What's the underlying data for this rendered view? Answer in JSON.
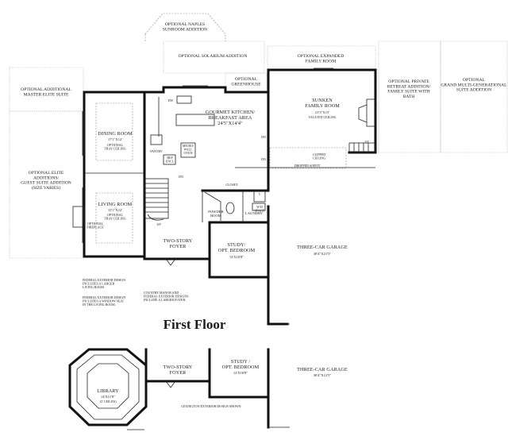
{
  "title": "First Floor",
  "rooms": {
    "naples": "OPTIONAL NAPLES SUNROOM ADDITION",
    "solarium": "OPTIONAL SOLARIUM ADDITION",
    "expanded_family": "OPTIONAL EXPANDED FAMILY ROOM",
    "greenhouse": "OPTIONAL GREENHOUSE",
    "retreat": "OPTIONAL PRIVATE RETREAT ADDITION/ FAMILY SUITE WITH BATH",
    "grand_multi": "OPTIONAL GRAND MULTI-GENERATIONAL SUITE ADDITION",
    "master_elite": "OPTIONAL ADDITIONAL MASTER ELITE SUITE",
    "guest_suite": "OPTIONAL ELITE ADDITIONS/ GUEST SUITE ADDITION (SIZE VARIES)",
    "kitchen": "GOURMET KITCHEN/ BREAKFAST AREA",
    "kitchen_dim": "24'5\"X14'4\"",
    "family": "SUNKEN FAMILY ROOM",
    "family_dim": "21'3\"X15'",
    "vaulted": "VAULTED CEILING",
    "dining": "DINING ROOM",
    "dining_dim": "17'1\"X12'",
    "dining_tray": "OPTIONAL TRAY CEILING",
    "living": "LIVING ROOM",
    "living_dim": "15'1\"X12'",
    "living_tray": "OPTIONAL TRAY CEILING",
    "fireplace": "OPTIONAL FIREPLACE",
    "foyer": "TWO-STORY FOYER",
    "study": "STUDY/ OPT. BEDROOM",
    "study_dim": "12'X10'8\"",
    "garage": "THREE-CAR GARAGE",
    "garage_dim": "30'4\"X21'5\"",
    "powder": "POWDER ROOM",
    "laundry": "LAUNDRY",
    "closet": "CLOSET",
    "pantry": "PANTRY",
    "micro": "MICRO/ WALL OVEN",
    "ref": "REF ENCL",
    "dw": "DW",
    "clipped": "CLIPPED CEILING",
    "soffit": "DROPPED SOFFIT",
    "wd": "W/D SPACE",
    "t": "T"
  },
  "notes": {
    "federal_living": "FEDERAL EXTERIOR DESIGN INCLUDES A LARGER LIVING ROOM.",
    "federal_window": "FEDERAL EXTERIOR DESIGN INCLUDES A WINDOW SEAT IN THE LIVING ROOM.",
    "country_manor": "COUNTRY MANOR AND FEDERAL EXTERIOR DESIGNS INCLUDE A LARGER FOYER.",
    "lexington": "LEXINGTON EXTERIOR DESIGN SHOWN"
  },
  "stairs": {
    "up": "UP",
    "dn": "DN"
  },
  "lower": {
    "library": "LIBRARY",
    "library_dim": "14'X11'8\"",
    "library_ceiling": "12' CEILING",
    "foyer": "TWO-STORY FOYER",
    "study": "STUDY / OPT. BEDROOM",
    "study_dim": "12'X10'8\"",
    "garage": "THREE-CAR GARAGE",
    "garage_dim": "30'4\"X21'5\""
  }
}
